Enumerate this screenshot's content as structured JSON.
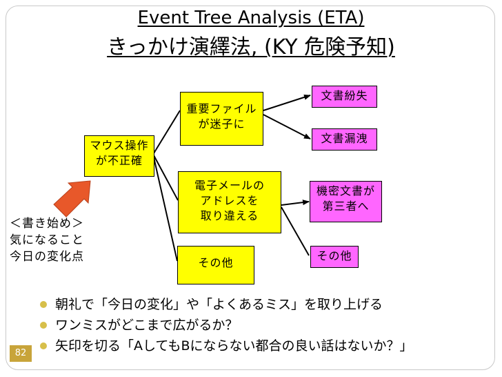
{
  "title": {
    "line1": "Event Tree Analysis (ETA)",
    "line2": "きっかけ演繹法, (KY 危険予知)"
  },
  "diagram": {
    "root": {
      "line1": "マウス操作",
      "line2": "が不正確"
    },
    "branch_file": {
      "line1": "重要ファイル",
      "line2": "が迷子に"
    },
    "branch_mail": {
      "line1": "電子メールの",
      "line2": "アドレスを",
      "line3": "取り違える"
    },
    "branch_other": {
      "label": "その他"
    },
    "outcome_lost": {
      "label": "文書紛失"
    },
    "outcome_leak": {
      "label": "文書漏洩"
    },
    "outcome_third": {
      "line1": "機密文書が",
      "line2": "第三者へ"
    },
    "outcome_other": {
      "label": "その他"
    }
  },
  "note": {
    "line1": "＜書き始め＞",
    "line2": "気になること",
    "line3": "今日の変化点"
  },
  "bullets": [
    "朝礼で「今日の変化」や「よくあるミス」を取り上げる",
    "ワンミスがどこまで広がるか？",
    "矢印を切る「AしてもBにならない都合の良い話はないか？」"
  ],
  "page_number": "82",
  "colors": {
    "yellow": "#ffff00",
    "pink": "#ff66ff",
    "start_arrow": "#e8582a",
    "bullet": "#d7bf4a"
  }
}
